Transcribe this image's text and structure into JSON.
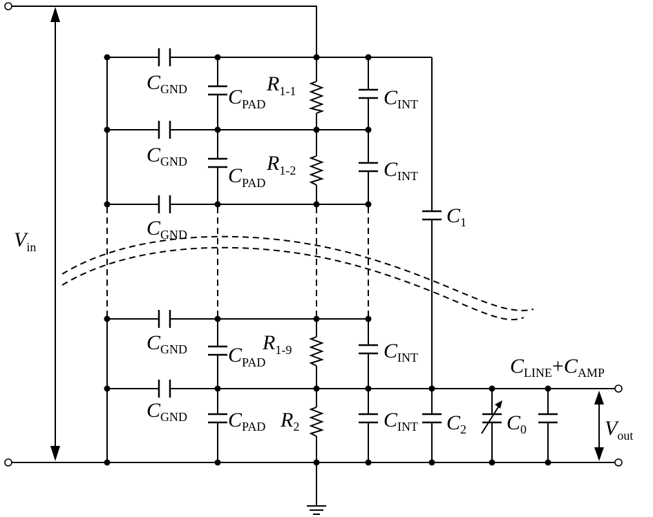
{
  "labels": {
    "cgnd": {
      "main": "C",
      "sub": "GND"
    },
    "cpad": {
      "main": "C",
      "sub": "PAD"
    },
    "cint": {
      "main": "C",
      "sub": "INT"
    },
    "r11": {
      "main": "R",
      "sub": "1-1"
    },
    "r12": {
      "main": "R",
      "sub": "1-2"
    },
    "r19": {
      "main": "R",
      "sub": "1-9"
    },
    "r2": {
      "main": "R",
      "sub": "2"
    },
    "c1": {
      "main": "C",
      "sub": "1"
    },
    "c2": {
      "main": "C",
      "sub": "2"
    },
    "c0": {
      "main": "C",
      "sub": "0"
    },
    "vin": {
      "main": "V",
      "sub": "in"
    },
    "vout": {
      "main": "V",
      "sub": "out"
    },
    "cline": {
      "main1": "C",
      "sub1": "LINE",
      "plus": "+",
      "main2": "C",
      "sub2": "AMP"
    }
  }
}
